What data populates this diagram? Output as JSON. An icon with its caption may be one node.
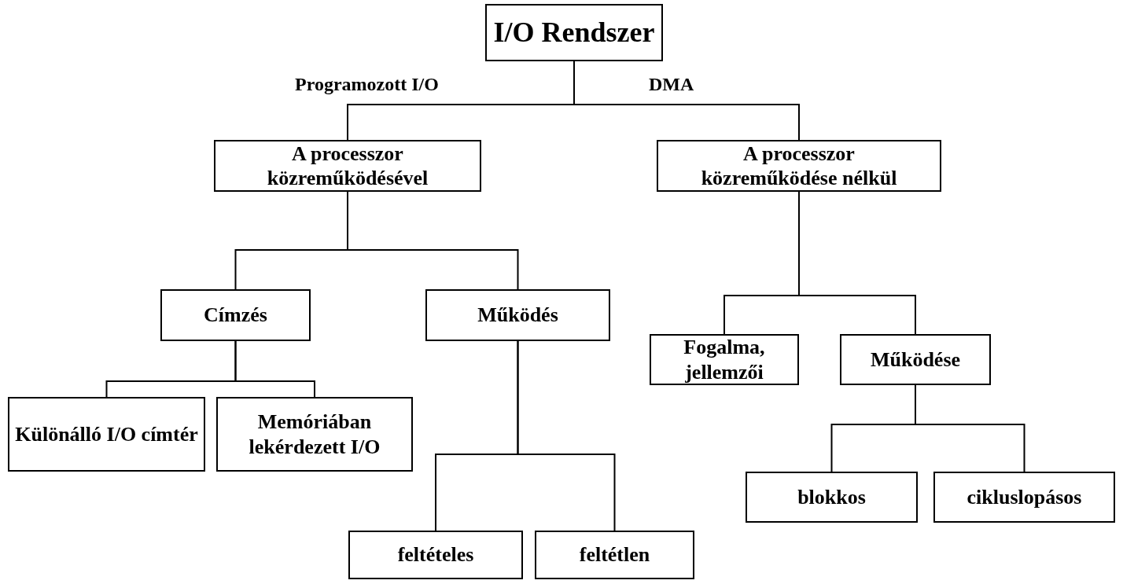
{
  "diagram": {
    "nodes": [
      {
        "text": [
          "I/O Rendszer"
        ]
      },
      {
        "text": [
          "A processzor közreműködésével"
        ]
      },
      {
        "text": [
          "A processzor közreműködése nélkül"
        ]
      },
      {
        "text": [
          "Címzés"
        ]
      },
      {
        "text": [
          "Működés"
        ]
      },
      {
        "text": [
          "Különálló I/O címtér"
        ]
      },
      {
        "text": [
          "Memóriában lekérdezett I/O"
        ]
      },
      {
        "text": [
          "feltételes"
        ]
      },
      {
        "text": [
          "feltétlen"
        ]
      },
      {
        "text": [
          "Fogalma, jellemzői"
        ]
      },
      {
        "text": [
          "Működése"
        ]
      },
      {
        "text": [
          "blokkos"
        ]
      },
      {
        "text": [
          "cikluslopásos"
        ]
      }
    ],
    "edges": [
      {
        "from": 0,
        "to": 1,
        "arrow": "none",
        "label": "Programozott I/O"
      },
      {
        "from": 0,
        "to": 2,
        "arrow": "none",
        "label": "DMA"
      },
      {
        "from": 1,
        "to": 3,
        "arrow": "none"
      },
      {
        "from": 1,
        "to": 4,
        "arrow": "none"
      },
      {
        "from": 3,
        "to": 5,
        "arrow": "none"
      },
      {
        "from": 3,
        "to": 6,
        "arrow": "none"
      },
      {
        "from": 4,
        "to": 7,
        "arrow": "none"
      },
      {
        "from": 4,
        "to": 8,
        "arrow": "none"
      },
      {
        "from": 2,
        "to": 9,
        "arrow": "none"
      },
      {
        "from": 2,
        "to": 10,
        "arrow": "none"
      },
      {
        "from": 10,
        "to": 11,
        "arrow": "none"
      },
      {
        "from": 10,
        "to": 12,
        "arrow": "none"
      }
    ]
  }
}
